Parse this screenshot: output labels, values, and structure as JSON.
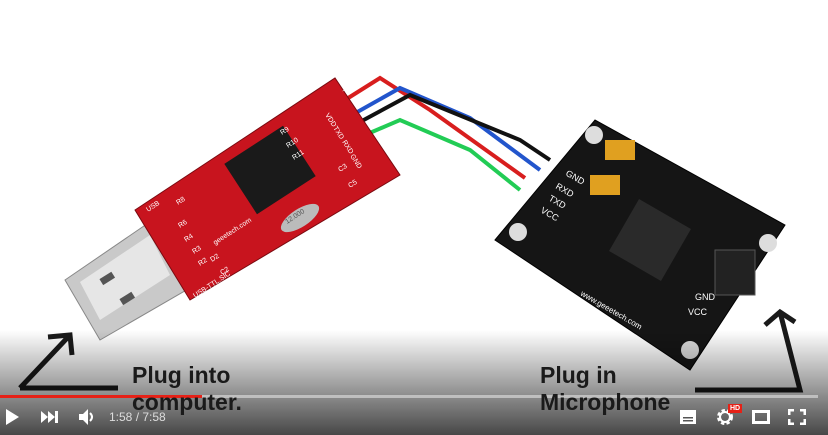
{
  "video": {
    "usb_board_labels": [
      "USB",
      "TTL",
      "VDD",
      "TXD",
      "RXD",
      "GND",
      "R8",
      "R6",
      "R4",
      "R3",
      "R2",
      "D2",
      "C2",
      "C5",
      "C3",
      "R10",
      "R11",
      "R9",
      "12.000",
      "geeetech.com",
      "USB-TTL.SIC"
    ],
    "mic_board_labels": {
      "pins": [
        "GND",
        "RXD",
        "TXD",
        "VCC"
      ],
      "mic_pins": [
        "GND",
        "VCC"
      ],
      "site": "www.geeetech.com"
    },
    "captions": {
      "left_line1": "Plug into",
      "left_line2": "computer.",
      "right_line1": "Plug in",
      "right_line2": "Microphone"
    },
    "wire_colors": [
      "#d81e1e",
      "#2255cc",
      "#111111",
      "#22cc55"
    ]
  },
  "player": {
    "current_time": "1:58",
    "duration": "7:58",
    "time_display": "1:58 / 7:58",
    "progress_fraction": 0.247,
    "quality_badge": "HD",
    "accent": "#e62117"
  }
}
